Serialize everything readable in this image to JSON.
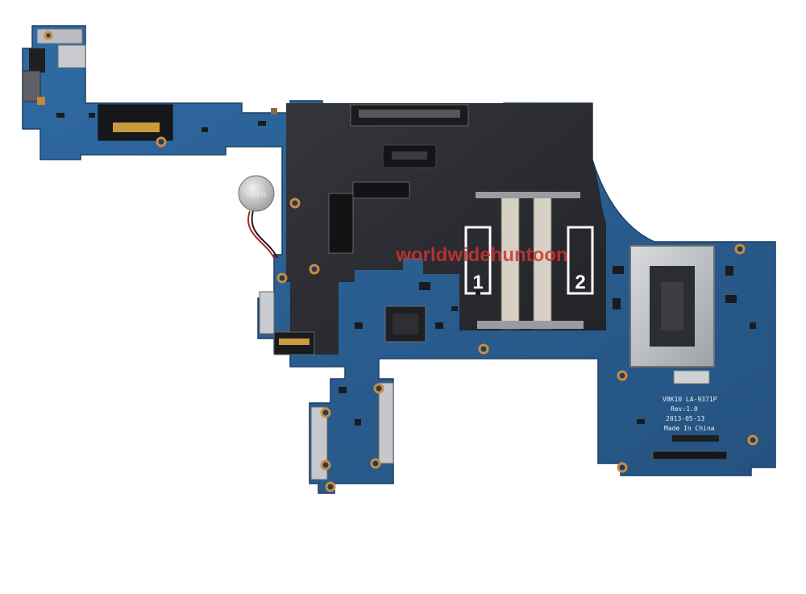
{
  "photo": {
    "background_color": "#ffffff",
    "pcb_color": "#2c5f94",
    "shield_color": "#2b2d32",
    "watermark": {
      "text": "worldwidehuntoon",
      "color": "#d0332f"
    },
    "slot_labels": [
      "1",
      "2"
    ],
    "board_silkscreen": [
      "VBK10 LA-9371P",
      "Rev:1.0",
      "2013-05-13",
      "Made In China"
    ],
    "coin_cell_marking": "CR2032"
  }
}
